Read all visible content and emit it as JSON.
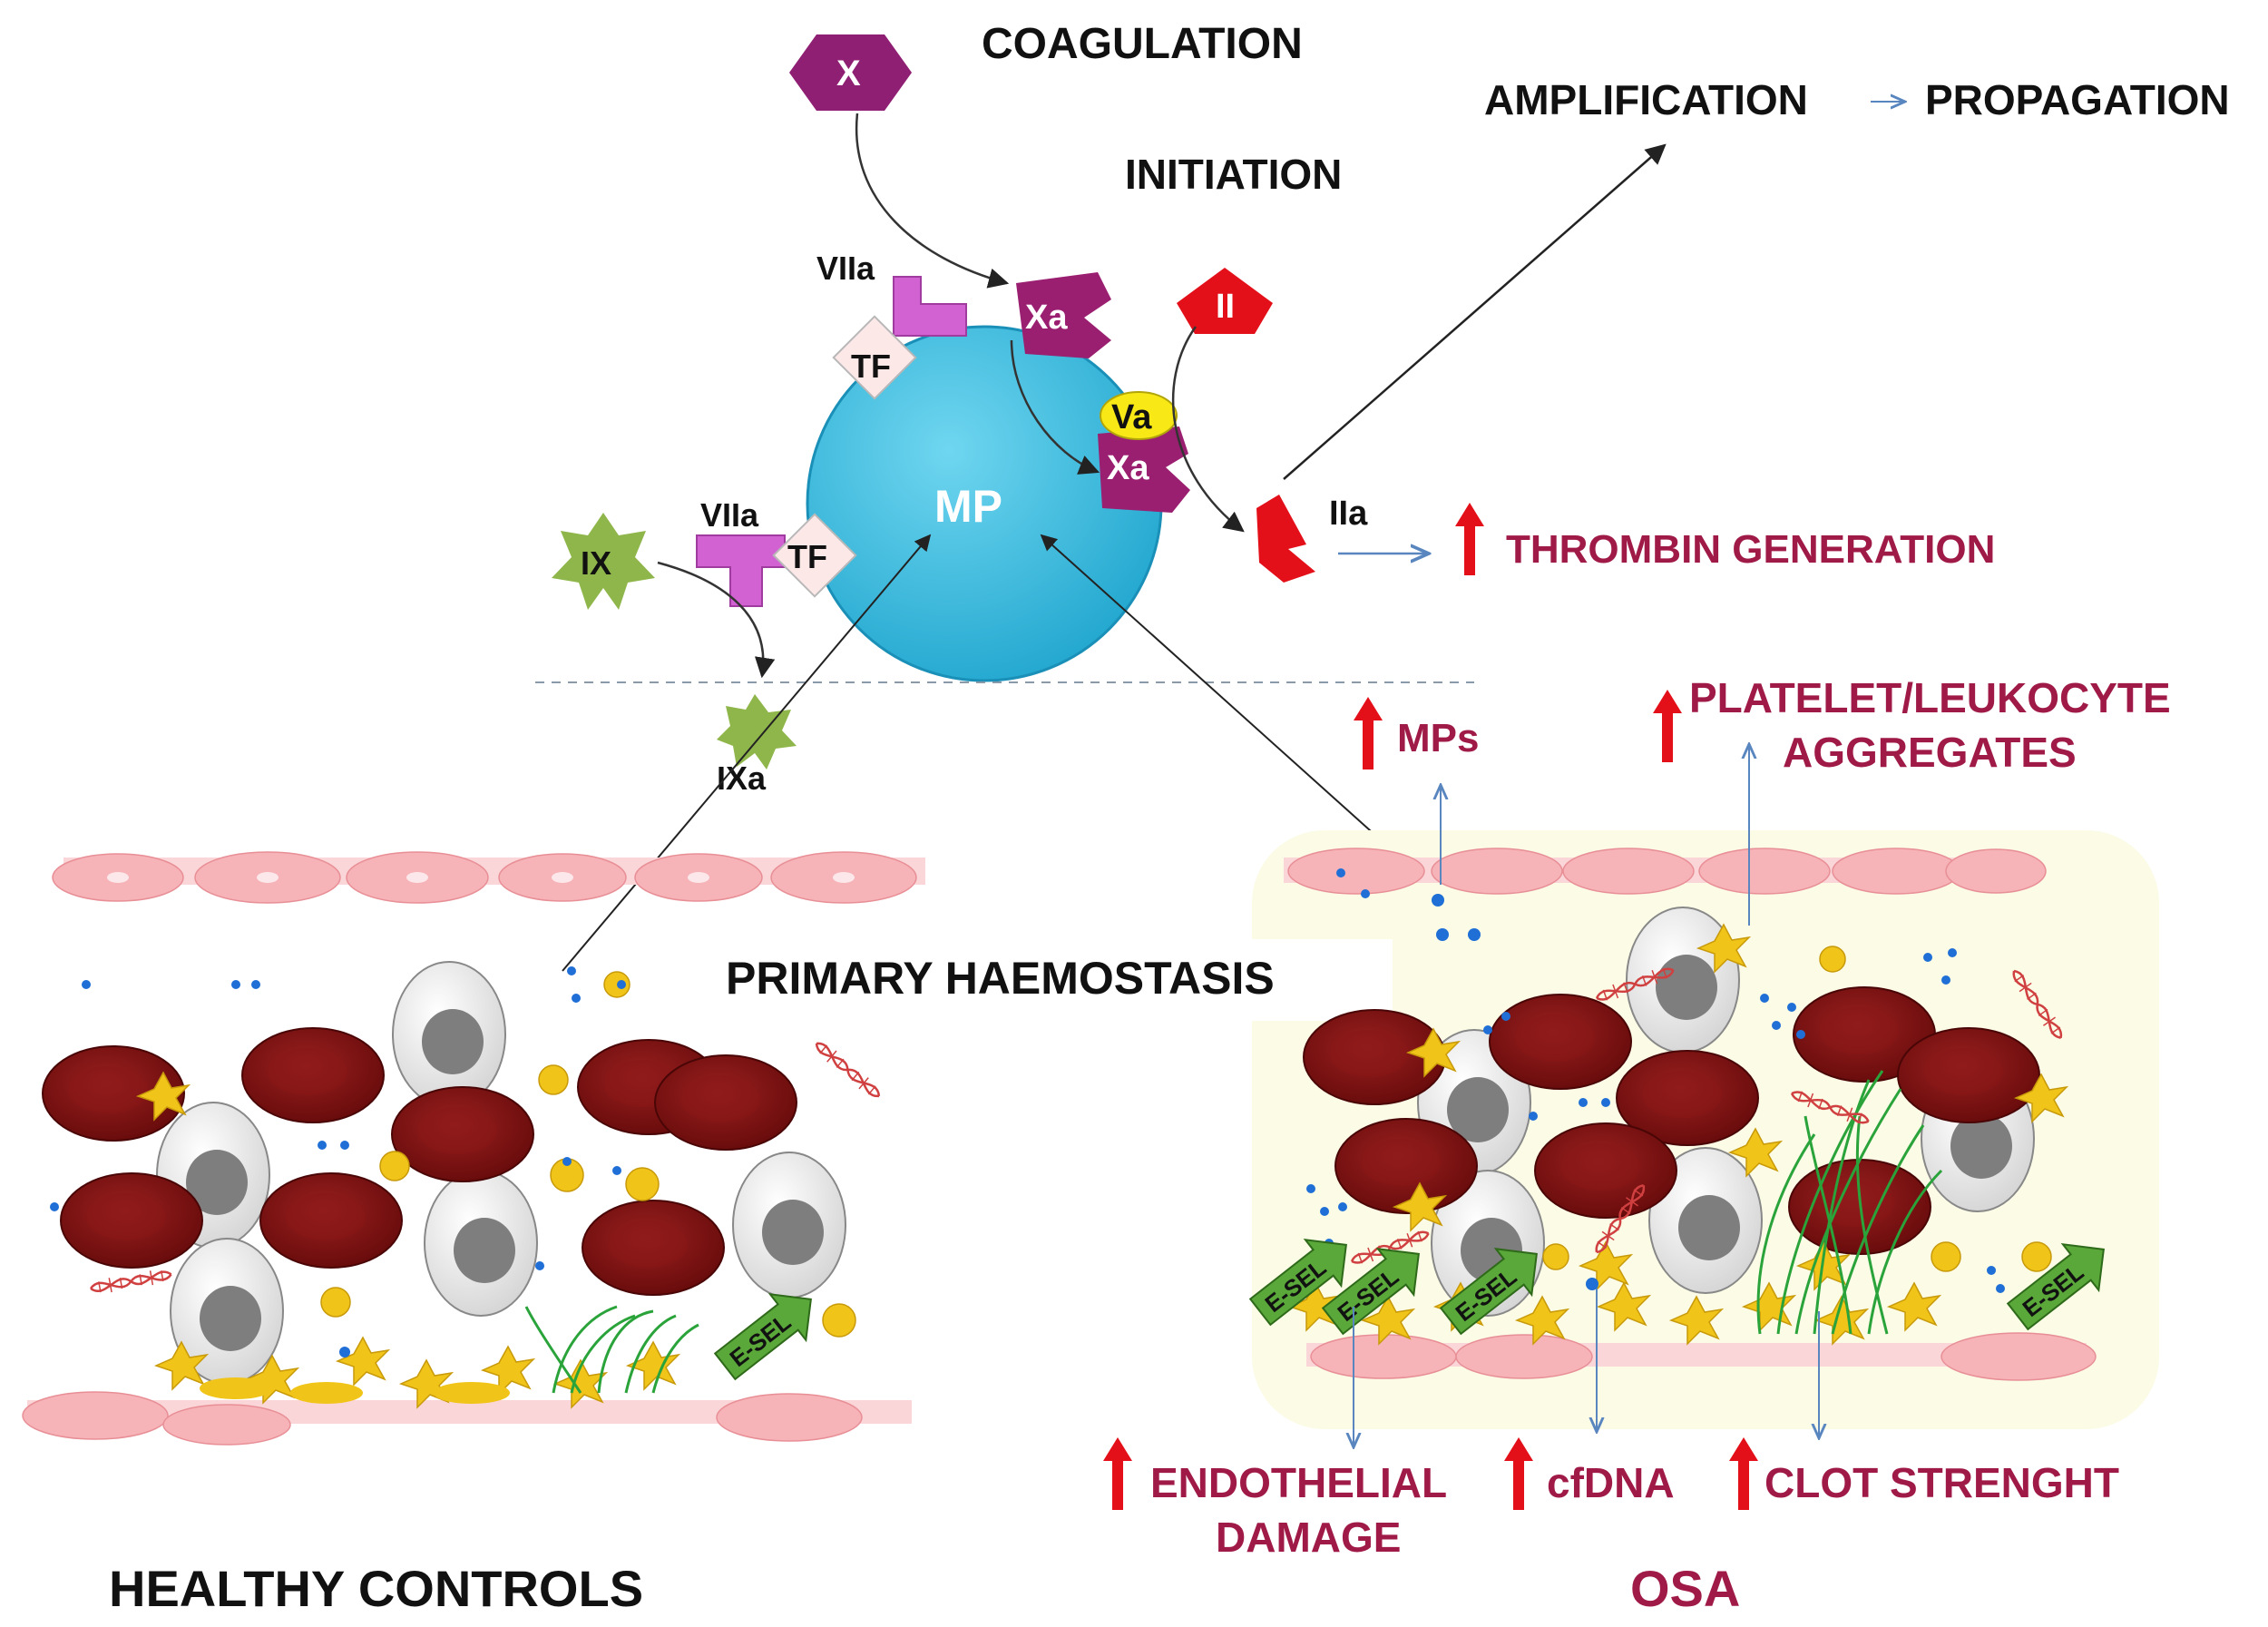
{
  "colors": {
    "membrane_circle": "#3fc0e0",
    "red_label": "#a01a48",
    "up_arrow": "#e3101a",
    "thin_arrow": "#5a86c0",
    "endothelium": "#f6b3b8",
    "red_cell": "#7a1212",
    "platelet": "#f0c419",
    "osa_background": "#fbfbe6"
  },
  "icons": {
    "up_arrow": "red-up-arrow-icon",
    "red_cell": "red-blood-cell-icon",
    "leukocyte": "leukocyte-icon",
    "platelet": "activated-platelet-icon",
    "dna": "dna-strand-icon",
    "fibrin": "fibrin-strand-icon"
  },
  "labels": {
    "coagulation": "COAGULATION",
    "initiation": "INITIATION",
    "amplification": "AMPLIFICATION",
    "propagation": "PROPAGATION",
    "primary_haemostasis": "PRIMARY HAEMOSTASIS",
    "healthy_controls": "HEALTHY CONTROLS",
    "osa": "OSA"
  },
  "factors": {
    "x": "X",
    "xa_top": "Xa",
    "viia_top": "VIIa",
    "tf_top": "TF",
    "viia_left": "VIIa",
    "tf_left": "TF",
    "ix": "IX",
    "ixa": "IXa",
    "va": "Va",
    "xa_bottom": "Xa",
    "ii": "II",
    "iia": "IIa",
    "mp": "MP"
  },
  "outcomes": {
    "thrombin": "THROMBIN GENERATION",
    "mps": "MPs",
    "aggregates_line1": "PLATELET/LEUKOCYTE",
    "aggregates_line2": "AGGREGATES",
    "endothelial_line1": "ENDOTHELIAL",
    "endothelial_line2": "DAMAGE",
    "cfdna": "cfDNA",
    "clot": "CLOT STRENGHT"
  },
  "esel": {
    "label": "E-SEL"
  }
}
